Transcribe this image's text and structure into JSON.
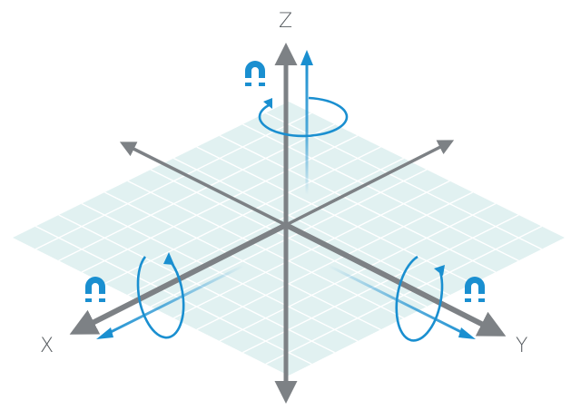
{
  "axes": {
    "x_label": "X",
    "y_label": "Y",
    "z_label": "Z"
  },
  "colors": {
    "grid_fill": "#dcefee",
    "grid_line": "#ffffff",
    "axis_gray": "#7d8185",
    "accent_blue": "#1a8fd0"
  },
  "icons": {
    "magnet": "magnet-icon",
    "rotation": "rotation-arrow-icon"
  }
}
